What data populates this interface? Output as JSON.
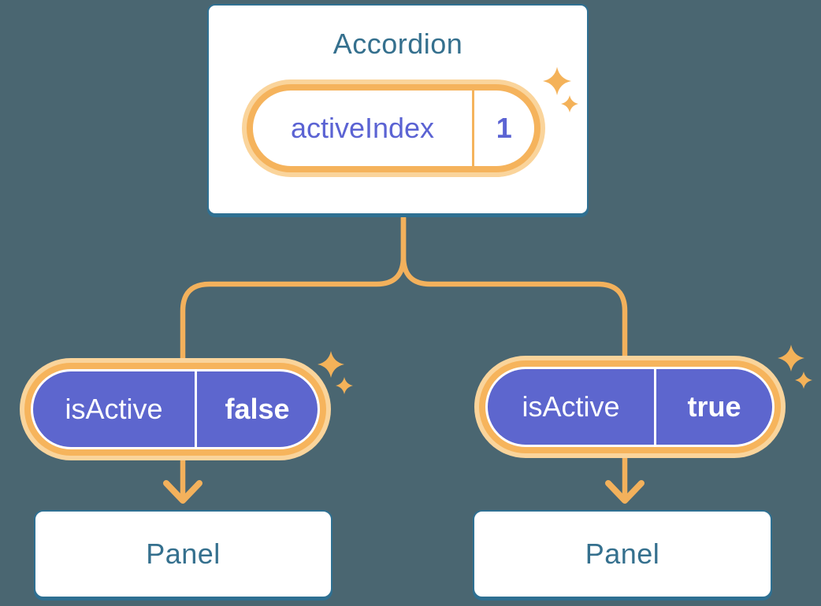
{
  "diagram": {
    "root": {
      "title": "Accordion",
      "pill": {
        "label": "activeIndex",
        "value": "1"
      }
    },
    "children": [
      {
        "pill": {
          "label": "isActive",
          "value": "false"
        },
        "panel": "Panel"
      },
      {
        "pill": {
          "label": "isActive",
          "value": "true"
        },
        "panel": "Panel"
      }
    ]
  },
  "icons": {
    "sparkle": "four-point-star",
    "arrow": "down-arrow"
  },
  "colors": {
    "background": "#4A6671",
    "card_bg": "#FFFFFF",
    "card_border": "#2F7092",
    "heading_text": "#35708E",
    "state_text": "#5B63D3",
    "pill_ring": "#F5B35C",
    "pill_glow": "#FAD49B",
    "prop_pill_bg": "#5D66CE",
    "prop_pill_text": "#FFFFFF",
    "connector": "#F3B15C",
    "sparkle": "#F4B259"
  }
}
